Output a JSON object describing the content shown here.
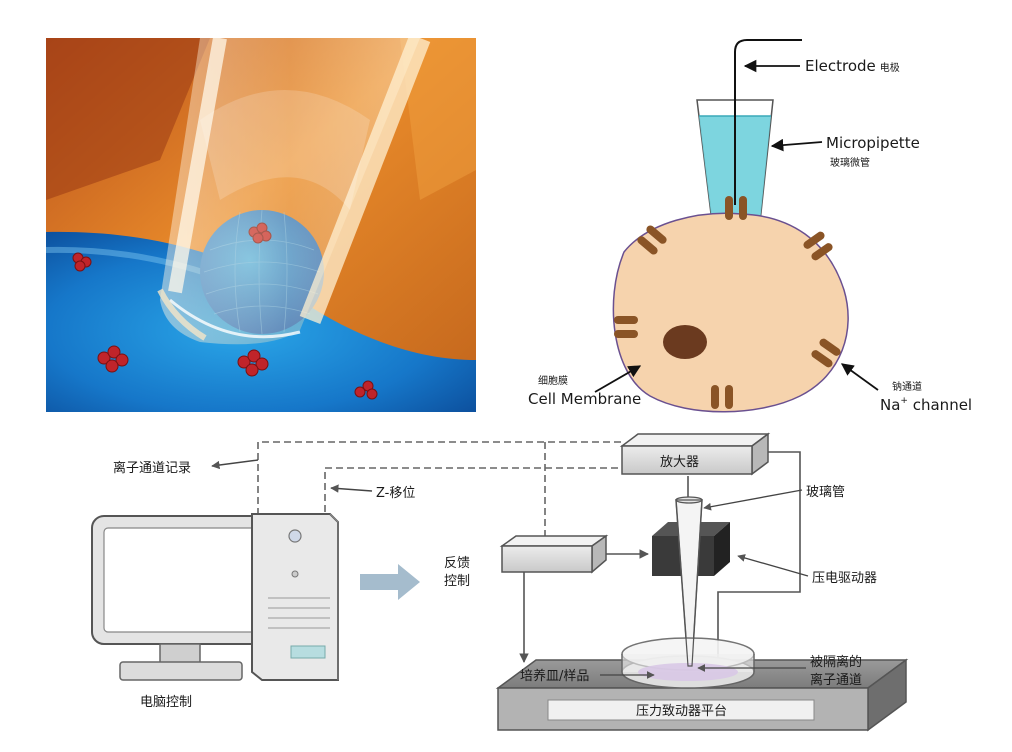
{
  "cell_diagram": {
    "electrode_en": "Electrode",
    "electrode_zh": "电极",
    "micropipette_en": "Micropipette",
    "micropipette_zh": "玻璃微管",
    "membrane_zh": "细胞膜",
    "membrane_en": "Cell Membrane",
    "channel_zh": "钠通道",
    "channel_na": "Na",
    "channel_sup": "+",
    "channel_en": " channel"
  },
  "setup_diagram": {
    "ion_channel_record": "离子通道记录",
    "z_shift": "Z-移位",
    "computer_control": "电脑控制",
    "feedback_line1": "反馈",
    "feedback_line2": "控制",
    "amplifier": "放大器",
    "glass_tube": "玻璃管",
    "piezo_driver": "压电驱动器",
    "culture_dish": "培养皿/样品",
    "isolated_line1": "被隔离的",
    "isolated_line2": "离子通道",
    "piezo_stage": "压力致动器平台"
  },
  "colors": {
    "cell_fill": "#f6d3ad",
    "channel_brown": "#8a5426",
    "pipette_liquid": "#6fd0dc",
    "nucleus": "#6b3a1f"
  }
}
